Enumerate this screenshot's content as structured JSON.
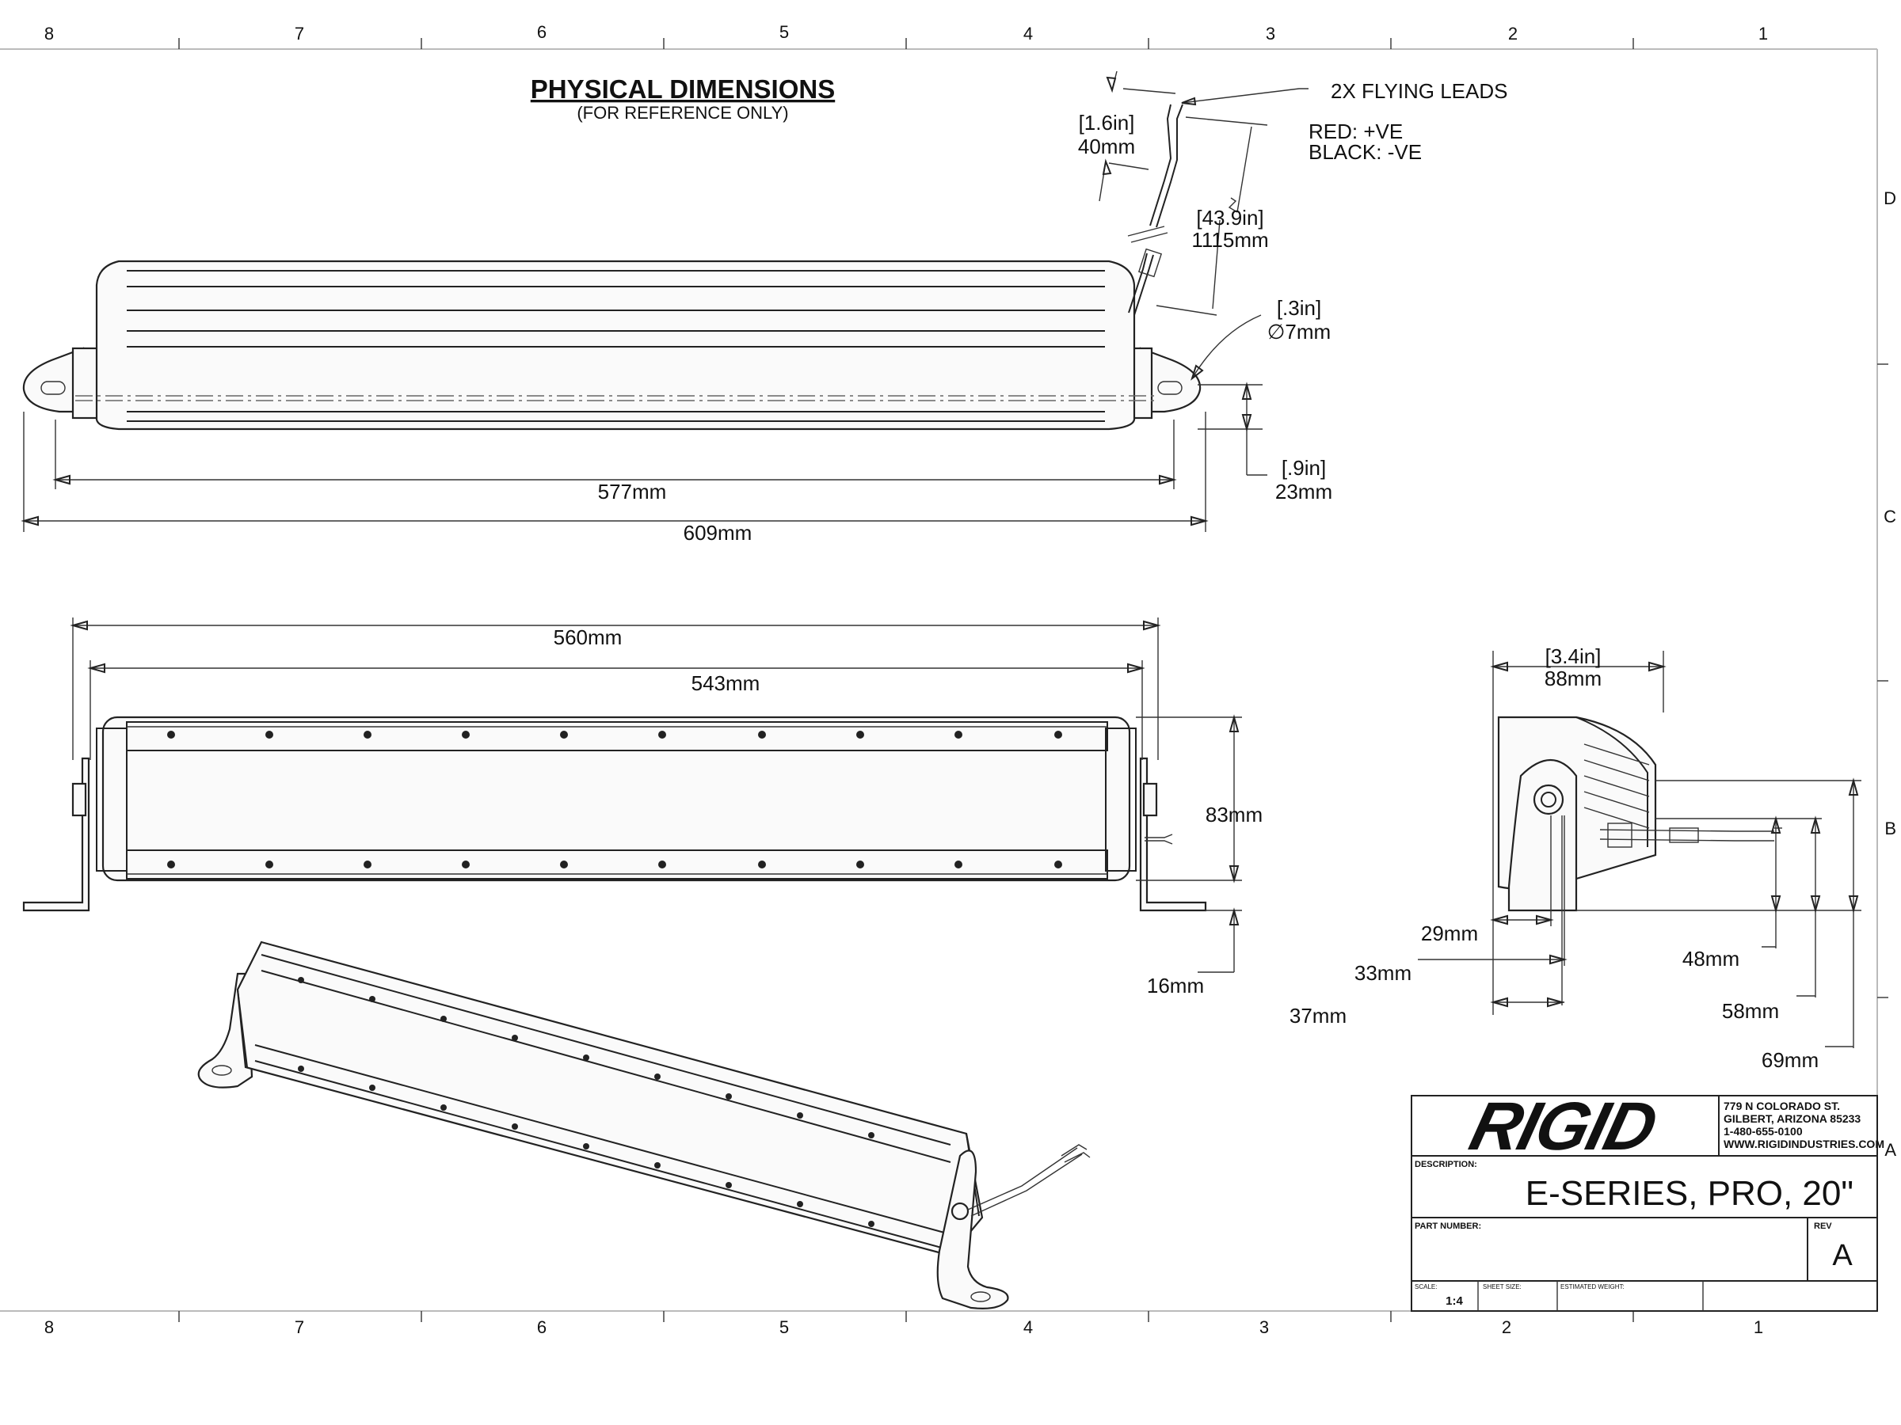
{
  "header": {
    "title": "PHYSICAL DIMENSIONS",
    "subtitle": "(FOR REFERENCE ONLY)"
  },
  "zones": {
    "columns": [
      "8",
      "7",
      "6",
      "5",
      "4",
      "3",
      "2",
      "1"
    ],
    "rows": [
      "D",
      "C",
      "B",
      "A"
    ]
  },
  "callouts": {
    "leads": "2X FLYING LEADS",
    "red": "RED:    +VE",
    "black": "BLACK: -VE"
  },
  "dimensions": {
    "d_1_6in": "[1.6in]",
    "d_40mm": "40mm",
    "d_43_9in": "[43.9in]",
    "d_1115mm": "1115mm",
    "d_3in": "[.3in]",
    "d_7mm": "∅7mm",
    "d_9in": "[.9in]",
    "d_23mm": "23mm",
    "d_577mm": "577mm",
    "d_609mm": "609mm",
    "d_560mm": "560mm",
    "d_543mm": "543mm",
    "d_83mm": "83mm",
    "d_16mm": "16mm",
    "d_3_4in": "[3.4in]",
    "d_88mm": "88mm",
    "d_29mm": "29mm",
    "d_33mm": "33mm",
    "d_37mm": "37mm",
    "d_48mm": "48mm",
    "d_58mm": "58mm",
    "d_69mm": "69mm"
  },
  "title_block": {
    "logo": "RIGID",
    "address_line1": "779 N COLORADO ST.",
    "address_line2": "GILBERT, ARIZONA 85233",
    "phone": "1-480-655-0100",
    "website": "WWW.RIGIDINDUSTRIES.COM",
    "description_label": "DESCRIPTION:",
    "description": "E-SERIES, PRO, 20\"",
    "part_number_label": "PART NUMBER:",
    "rev_label": "REV",
    "rev": "A",
    "scale_label": "SCALE:",
    "scale": "1:4",
    "sheet_size_label": "SHEET SIZE:",
    "weight_label": "ESTIMATED WEIGHT:"
  }
}
